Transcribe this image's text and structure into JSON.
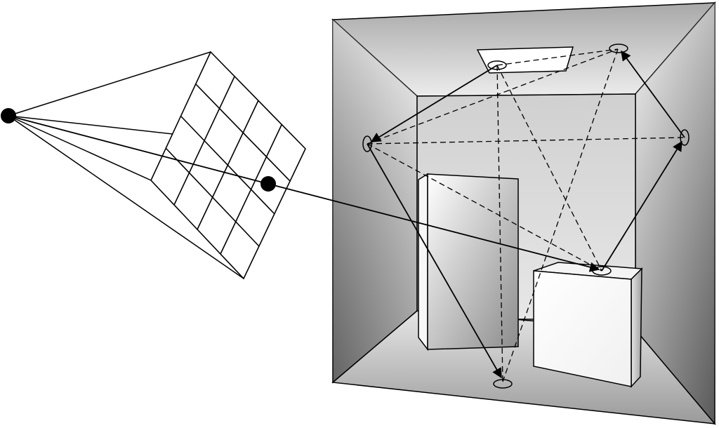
{
  "diagram": {
    "camera": "eye-point",
    "image_plane": {
      "grid_columns": 4,
      "grid_rows": 4
    },
    "scene": {
      "type": "room",
      "objects": [
        "tall-box",
        "short-box",
        "ceiling-light"
      ],
      "surface_points": [
        "light-point",
        "ceiling-right-point",
        "left-wall-point",
        "right-wall-point",
        "box-top-point",
        "floor-point"
      ]
    },
    "paths": {
      "solid": [
        [
          "light-point",
          "left-wall-point"
        ],
        [
          "left-wall-point",
          "floor-point"
        ],
        [
          "box-top-point",
          "right-wall-point"
        ],
        [
          "right-wall-point",
          "ceiling-right-point"
        ]
      ],
      "dashed": [
        [
          "light-point",
          "ceiling-right-point"
        ],
        [
          "light-point",
          "floor-point"
        ],
        [
          "light-point",
          "box-top-point"
        ],
        [
          "left-wall-point",
          "ceiling-right-point"
        ],
        [
          "left-wall-point",
          "right-wall-point"
        ],
        [
          "left-wall-point",
          "box-top-point"
        ],
        [
          "ceiling-right-point",
          "floor-point"
        ]
      ]
    },
    "colors": {
      "line": "#000000",
      "wall_light": "#f4f4f4",
      "wall_dark": "#6e6e6e",
      "back_wall": "#dcdcdc"
    }
  }
}
